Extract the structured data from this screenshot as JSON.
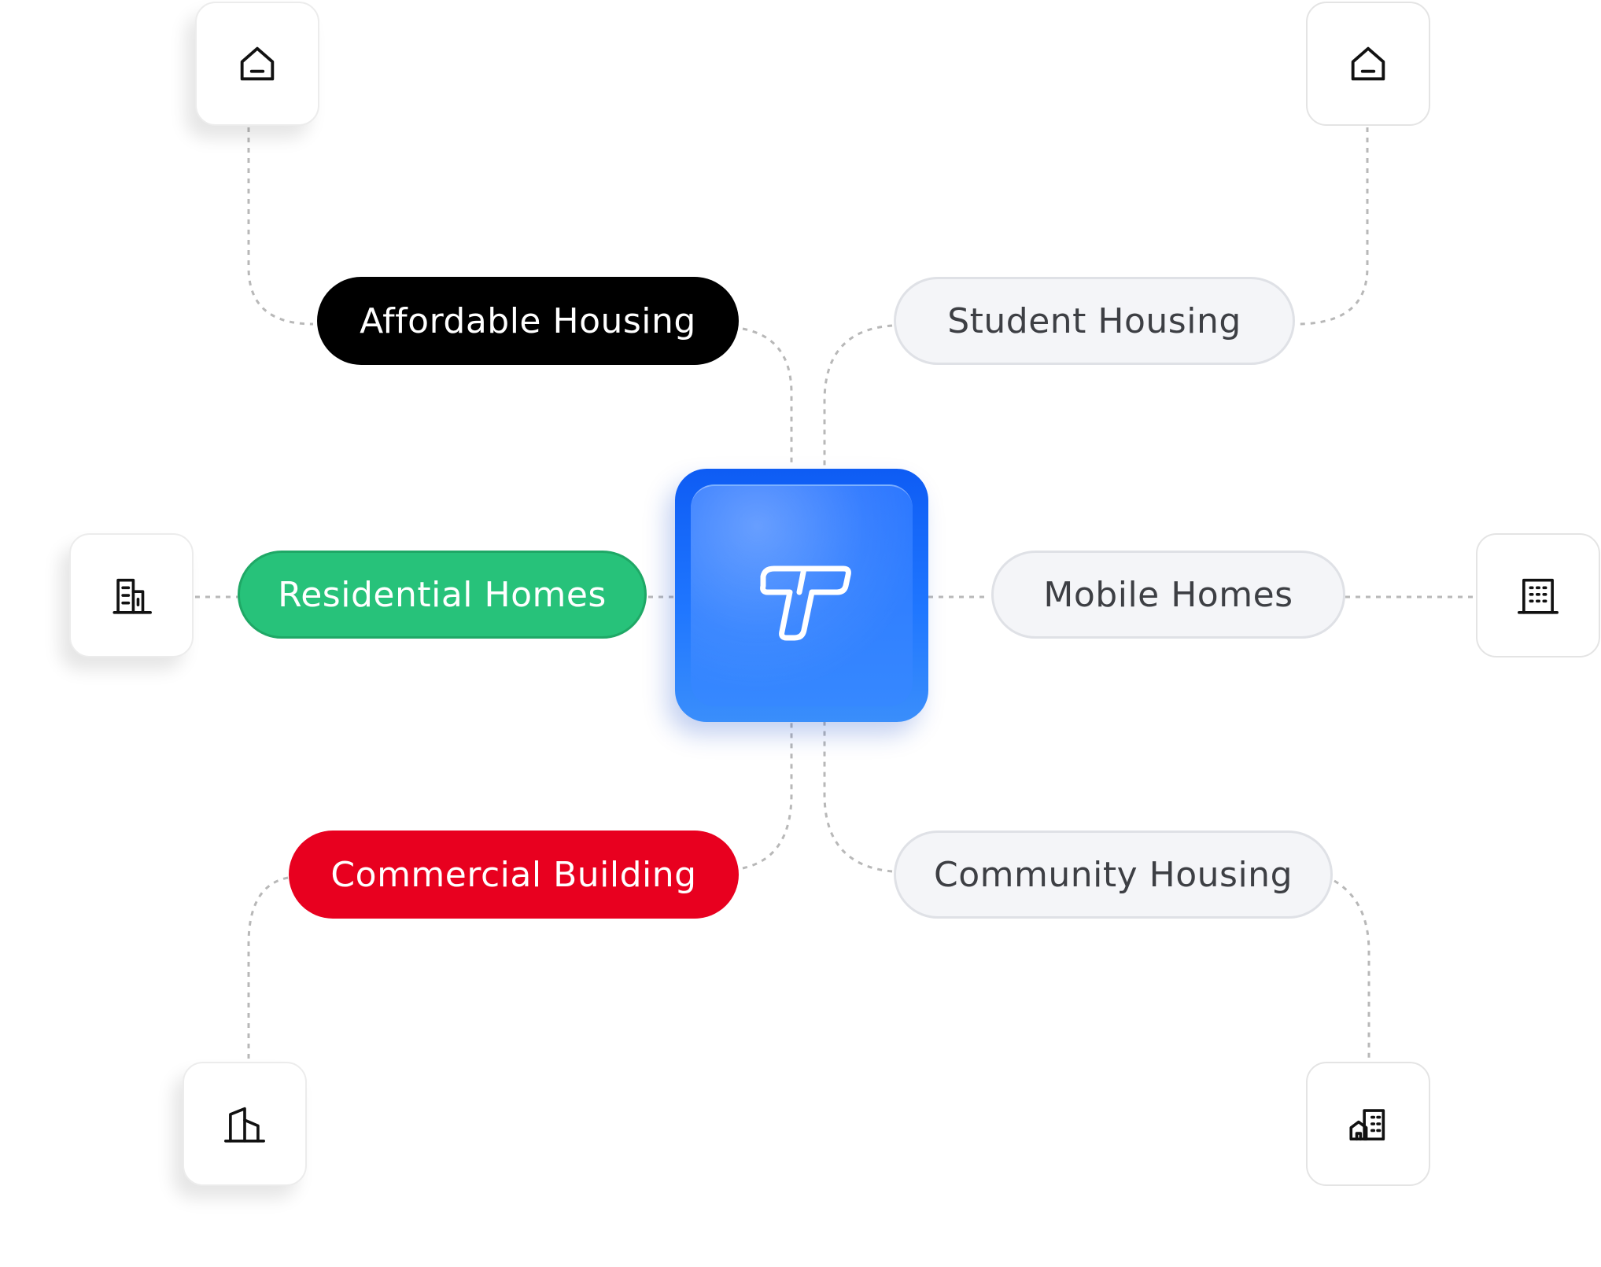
{
  "hub": {
    "logo_icon": "stylized-t-logo-icon",
    "color": "#1f76ff"
  },
  "categories": [
    {
      "id": "affordable",
      "label": "Affordable Housing",
      "style": "dark",
      "bg": "#000000",
      "icon": "house-icon"
    },
    {
      "id": "student",
      "label": "Student Housing",
      "style": "light",
      "bg": "#f4f5f8",
      "icon": "house-icon"
    },
    {
      "id": "residential",
      "label": "Residential Homes",
      "style": "green",
      "bg": "#27c27a",
      "icon": "apartment-building-icon"
    },
    {
      "id": "mobile",
      "label": "Mobile Homes",
      "style": "light",
      "bg": "#f4f5f8",
      "icon": "office-building-icon"
    },
    {
      "id": "commercial",
      "label": "Commercial Building",
      "style": "red",
      "bg": "#e8001f",
      "icon": "commercial-buildings-icon"
    },
    {
      "id": "community",
      "label": "Community Housing",
      "style": "light",
      "bg": "#f4f5f8",
      "icon": "community-buildings-icon"
    }
  ]
}
